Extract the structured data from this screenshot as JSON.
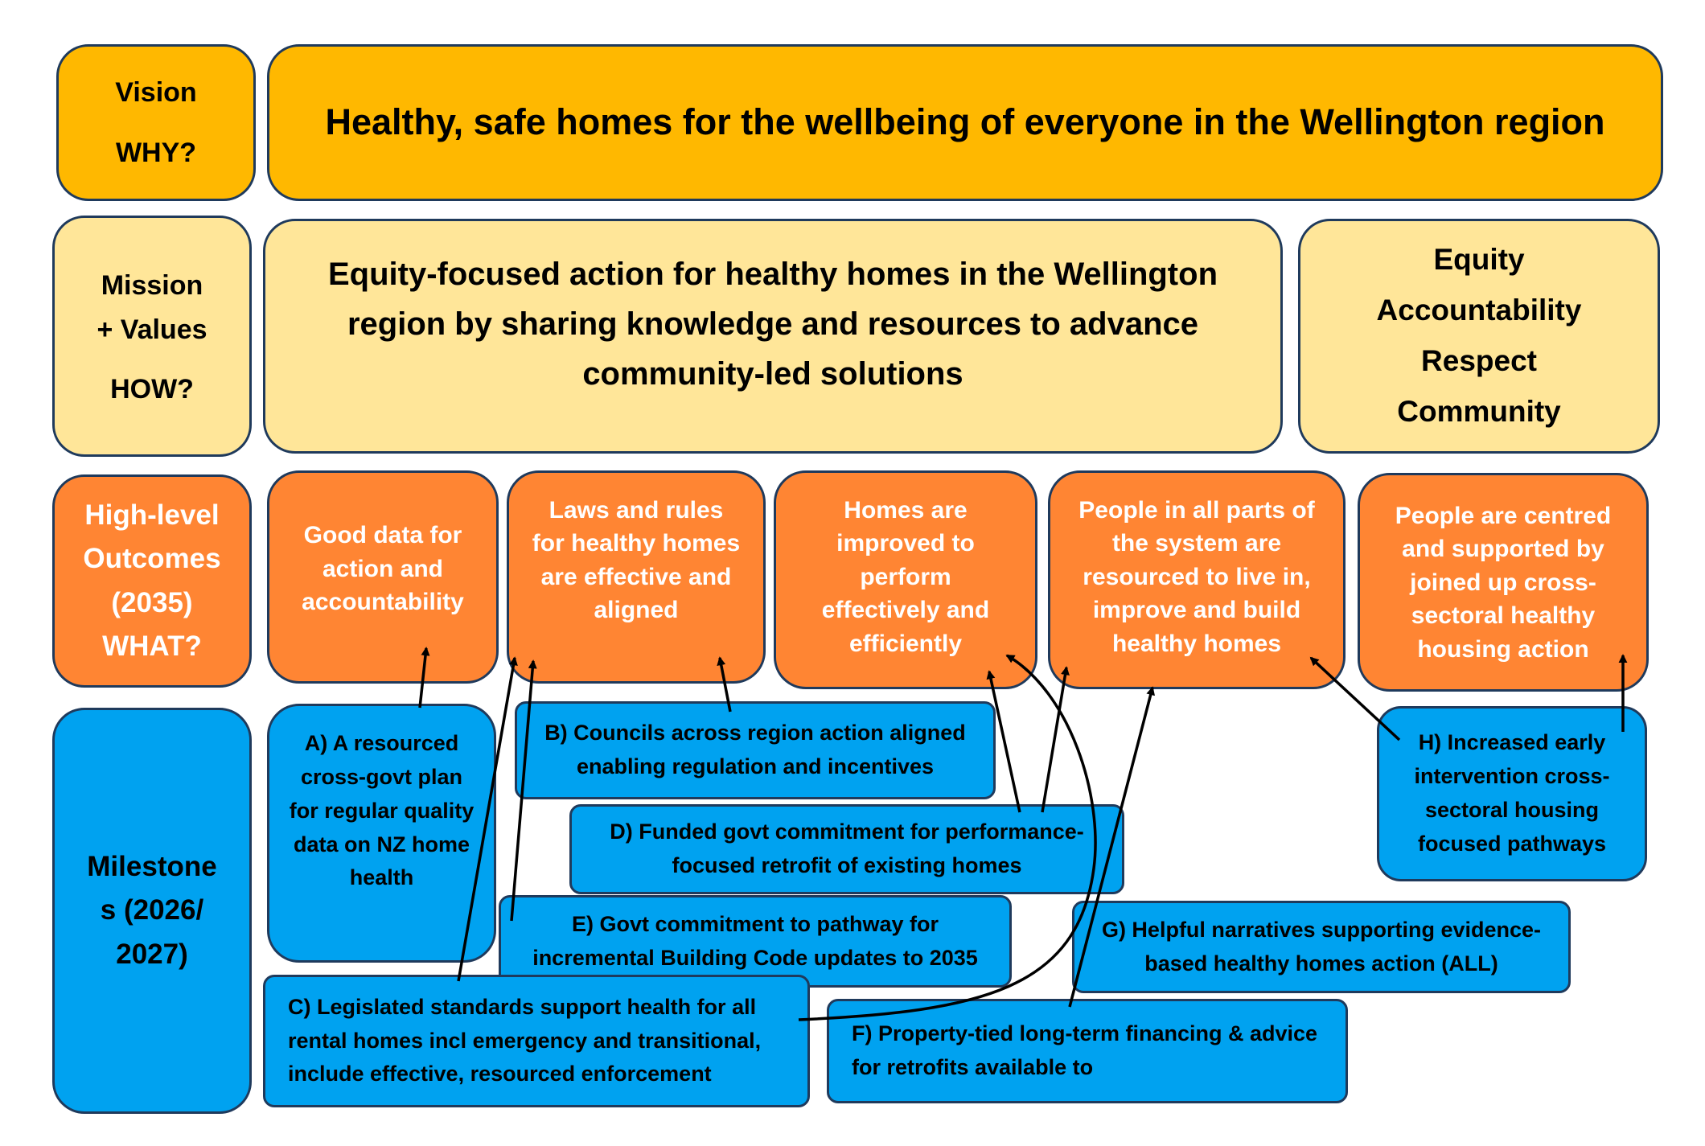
{
  "rows": {
    "vision": {
      "label": "Vision",
      "question": "WHY?"
    },
    "mission": {
      "label": "Mission + Values",
      "question": "HOW?"
    },
    "outcomes": {
      "label": "High-level Outcomes (2035)",
      "question": "WHAT?"
    },
    "milestones": {
      "label": "Milestone s (2026/ 2027)"
    }
  },
  "vision_text": "Healthy, safe homes for the wellbeing of everyone in the Wellington region",
  "mission_text": "Equity-focused action for healthy homes in the Wellington region by sharing knowledge and resources to advance community-led solutions",
  "values": [
    "Equity",
    "Accountability",
    "Respect",
    "Community"
  ],
  "outcomes": [
    "Good  data for action and accountability",
    "Laws and rules for healthy homes are effective and aligned",
    "Homes are improved to perform effectively and efficiently",
    "People in all parts of the system are resourced to live in, improve and build healthy homes",
    "People are centred and supported by joined up cross-sectoral healthy housing action"
  ],
  "milestones": {
    "a": "A) A resourced cross-govt plan for regular quality data on NZ home health",
    "b": "B) Councils across region action aligned enabling regulation and incentives",
    "c": "C) Legislated standards support health for all rental homes incl emergency and transitional, include effective, resourced enforcement",
    "d": "D) Funded govt commitment for performance-focused retrofit of existing homes",
    "e": "E) Govt commitment to pathway for incremental Building Code updates to 2035",
    "f": "F) Property-tied long-term financing & advice for retrofits available to",
    "g": "G) Helpful narratives supporting evidence-based healthy homes action (ALL)",
    "h": "H) Increased early intervention  cross-sectoral housing focused pathways"
  },
  "colors": {
    "vision": "#ffb800",
    "mission": "#ffe699",
    "outcome": "#ff8533",
    "milestone": "#00a2f0",
    "border": "#1f3a5c"
  }
}
